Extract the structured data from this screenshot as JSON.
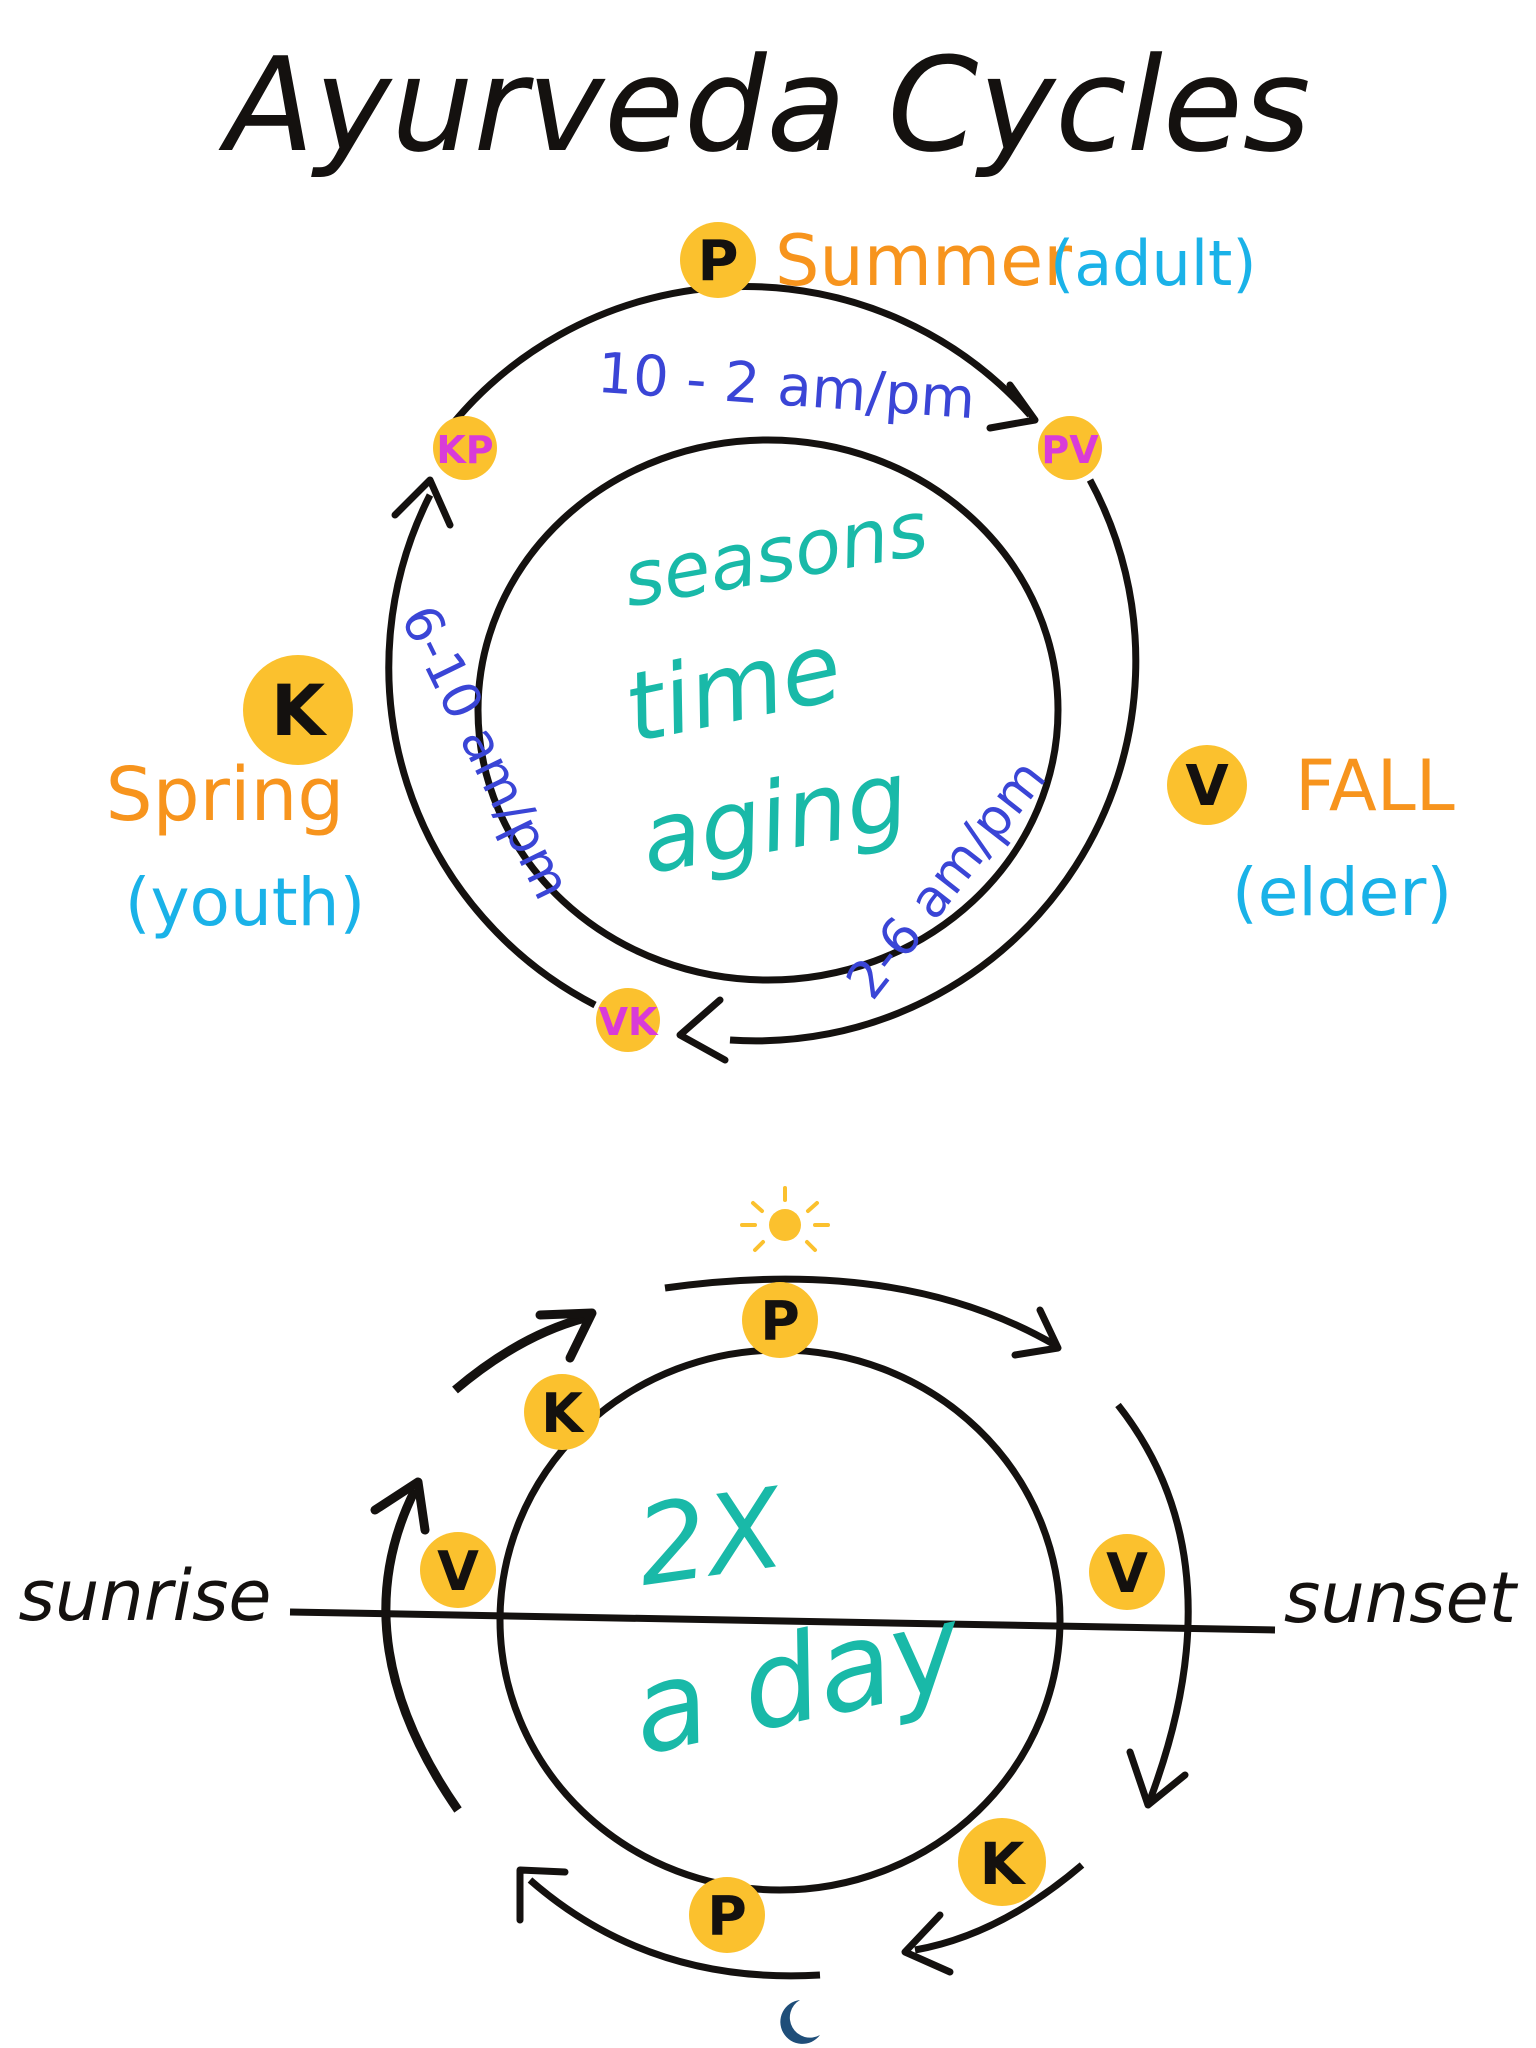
{
  "title": "Ayurveda Cycles",
  "colors": {
    "ink": "#14110f",
    "orange": "#f7941d",
    "light_blue": "#1ab2e8",
    "dark_blue": "#3a45d6",
    "teal": "#19b9a8",
    "badge_yellow": "#fbc12e",
    "magenta": "#d93bd8",
    "sun": "#fbc12e",
    "moon": "#1f4e79"
  },
  "seasons_cycle": {
    "center_lines": [
      "seasons",
      "time",
      "aging"
    ],
    "summer": {
      "badge": "P",
      "label": "Summer",
      "stage": "(adult)"
    },
    "spring": {
      "badge": "K",
      "label": "Spring",
      "stage": "(youth)"
    },
    "fall": {
      "badge": "V",
      "label": "FALL",
      "stage": "(elder)"
    },
    "transitions": {
      "kp": "KP",
      "pv": "PV",
      "vk": "VK"
    },
    "times": {
      "top": "10 - 2 am/pm",
      "left": "6-10 am/pm",
      "right": "2-6 am/pm"
    }
  },
  "day_cycle": {
    "center_lines": [
      "2X",
      "a day"
    ],
    "sunrise": "sunrise",
    "sunset": "sunset",
    "badges": {
      "top": "P",
      "upper_left": "K",
      "left": "V",
      "right": "V",
      "lower_right": "K",
      "bottom": "P"
    },
    "icons": {
      "top": "sun-icon",
      "bottom": "moon-icon"
    }
  }
}
